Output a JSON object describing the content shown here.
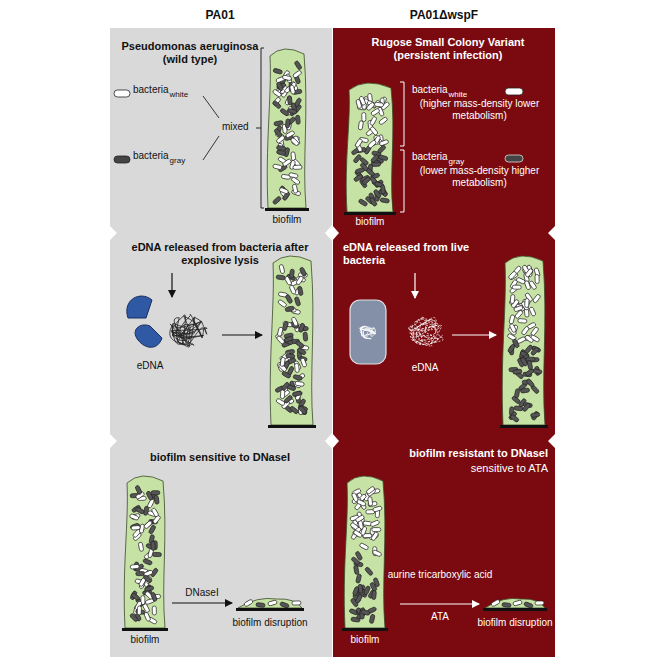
{
  "diagram": {
    "nodes": [
      {
        "text": [
          "Pseudomonas aeruginosa (wild type)"
        ]
      },
      {
        "text": [
          "Rugose Small Colony Variant (persistent infection)"
        ]
      },
      {
        "text": [
          "eDNA released from bacteria after explosive lysis"
        ]
      },
      {
        "text": [
          "eDNA released from live bacteria"
        ]
      },
      {
        "text": [
          "biofilm sensitive to DNaseI"
        ]
      },
      {
        "text": [
          "biofilm resistant to DNaseI",
          "sensitive to ATA"
        ]
      }
    ],
    "labels": [
      "PA01",
      "PA01ΔwspF",
      "bacteria",
      "white",
      "mixed",
      "bacteria",
      "gray",
      "biofilm",
      "bacteria",
      "white",
      "(higher mass-density lower metabolism)",
      "bacteria",
      "gray",
      "(lower mass-density higher metabolism)",
      "biofilm",
      "eDNA",
      "eDNA",
      "biofilm",
      "DNaseI",
      "biofilm disruption",
      "biofilm",
      "aurine tricarboxylic acid",
      "ATA",
      "biofilm disruption"
    ]
  }
}
